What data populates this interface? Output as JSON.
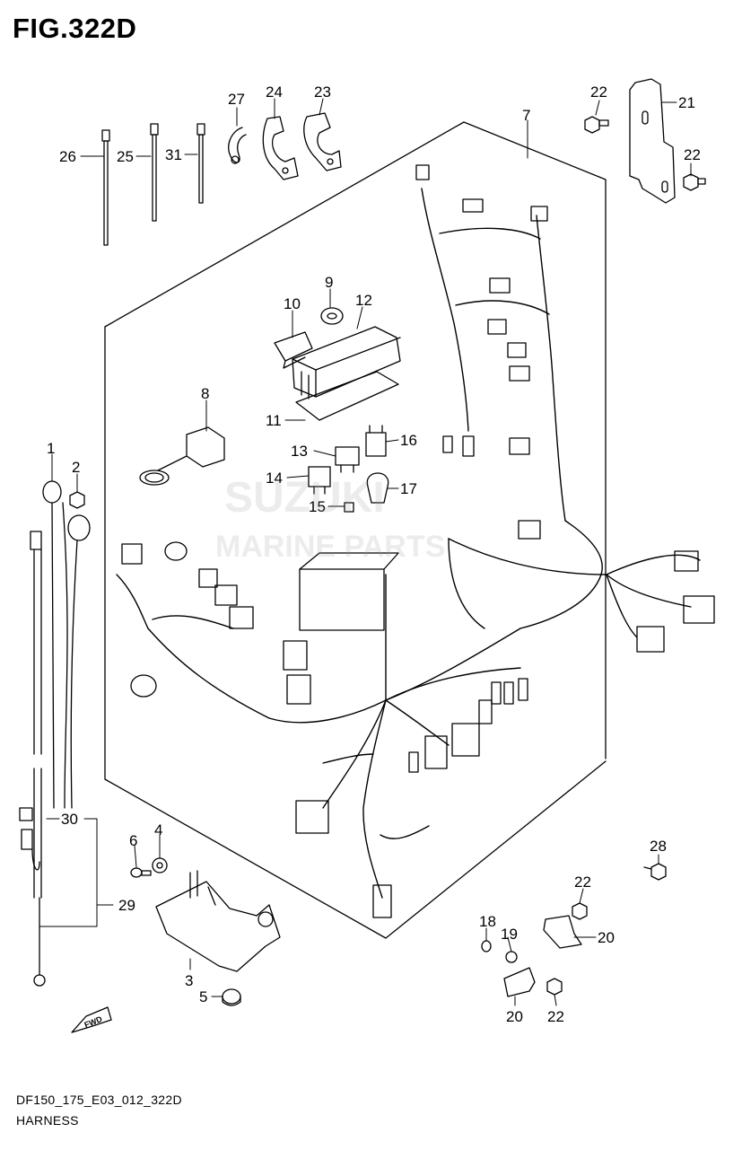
{
  "figure": {
    "title": "FIG.322D",
    "model_code": "DF150_175_E03_012_322D",
    "section_name": "HARNESS"
  },
  "watermark": {
    "line1": "SUZUKI",
    "line2": "MARINE PARTS"
  },
  "callouts": [
    {
      "id": "c1",
      "label": "1"
    },
    {
      "id": "c2",
      "label": "2"
    },
    {
      "id": "c3",
      "label": "3"
    },
    {
      "id": "c4",
      "label": "4"
    },
    {
      "id": "c5",
      "label": "5"
    },
    {
      "id": "c6",
      "label": "6"
    },
    {
      "id": "c7",
      "label": "7"
    },
    {
      "id": "c8",
      "label": "8"
    },
    {
      "id": "c9",
      "label": "9"
    },
    {
      "id": "c10",
      "label": "10"
    },
    {
      "id": "c11",
      "label": "11"
    },
    {
      "id": "c12",
      "label": "12"
    },
    {
      "id": "c13",
      "label": "13"
    },
    {
      "id": "c14",
      "label": "14"
    },
    {
      "id": "c15",
      "label": "15"
    },
    {
      "id": "c16",
      "label": "16"
    },
    {
      "id": "c17",
      "label": "17"
    },
    {
      "id": "c18",
      "label": "18"
    },
    {
      "id": "c19",
      "label": "19"
    },
    {
      "id": "c20a",
      "label": "20"
    },
    {
      "id": "c20b",
      "label": "20"
    },
    {
      "id": "c21",
      "label": "21"
    },
    {
      "id": "c22a",
      "label": "22"
    },
    {
      "id": "c22b",
      "label": "22"
    },
    {
      "id": "c22c",
      "label": "22"
    },
    {
      "id": "c22d",
      "label": "22"
    },
    {
      "id": "c23",
      "label": "23"
    },
    {
      "id": "c24",
      "label": "24"
    },
    {
      "id": "c25",
      "label": "25"
    },
    {
      "id": "c26",
      "label": "26"
    },
    {
      "id": "c27",
      "label": "27"
    },
    {
      "id": "c28",
      "label": "28"
    },
    {
      "id": "c29",
      "label": "29"
    },
    {
      "id": "c30",
      "label": "30"
    },
    {
      "id": "c31",
      "label": "31"
    }
  ],
  "fwd_arrow": {
    "label": "FWD",
    "icon": "fwd-arrow-icon"
  }
}
